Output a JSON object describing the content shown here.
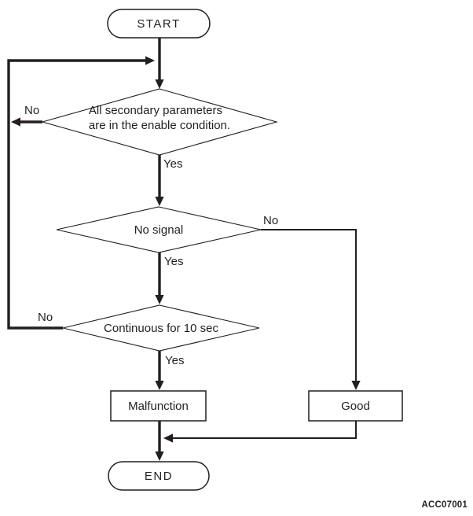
{
  "colors": {
    "line": "#231f20",
    "text": "#231f20",
    "background": "#ffffff"
  },
  "nodes": {
    "start": {
      "label": "START",
      "type": "terminator"
    },
    "decision_params": {
      "line1": "All secondary parameters",
      "line2": "are in the enable condition.",
      "type": "decision"
    },
    "decision_signal": {
      "label": "No signal",
      "type": "decision"
    },
    "decision_duration": {
      "label": "Continuous for 10 sec",
      "type": "decision"
    },
    "result_malfunction": {
      "label": "Malfunction",
      "type": "process"
    },
    "result_good": {
      "label": "Good",
      "type": "process"
    },
    "end": {
      "label": "END",
      "type": "terminator"
    }
  },
  "edge_labels": {
    "params_no": "No",
    "params_yes": "Yes",
    "signal_no": "No",
    "signal_yes": "Yes",
    "duration_no": "No",
    "duration_yes": "Yes"
  },
  "figure_code": "ACC07001"
}
